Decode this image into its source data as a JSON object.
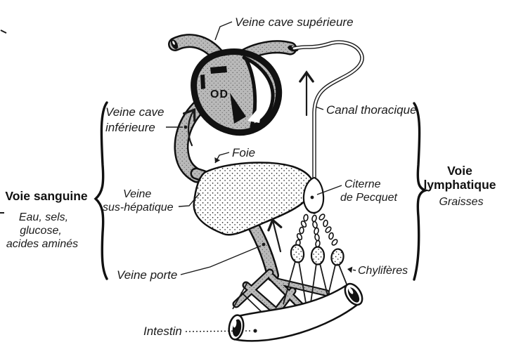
{
  "figure": {
    "background": "#ffffff",
    "ink_color": "#1a1a1a",
    "vessel_gray": "#b9b9b9",
    "labels": {
      "veine_cave_superieure": "Veine cave supérieure",
      "veine_cave_inferieure_l1": "Veine cave",
      "veine_cave_inferieure_l2": "inférieure",
      "canal_thoracique": "Canal thoracique",
      "foie": "Foie",
      "veine_sus_hepatique_l1": "Veine",
      "veine_sus_hepatique_l2": "sus-hépatique",
      "citerne_l1": "Citerne",
      "citerne_l2": "de Pecquet",
      "veine_porte": "Veine porte",
      "chyliferes": "Chylifères",
      "intestin": "Intestin",
      "heart_chamber": "OD"
    },
    "left_block": {
      "title": "Voie sanguine",
      "line1": "Eau, sels,",
      "line2": "glucose,",
      "line3": "acides aminés"
    },
    "right_block": {
      "title_l1": "Voie",
      "title_l2": "lymphatique",
      "subtitle": "Graisses"
    }
  }
}
